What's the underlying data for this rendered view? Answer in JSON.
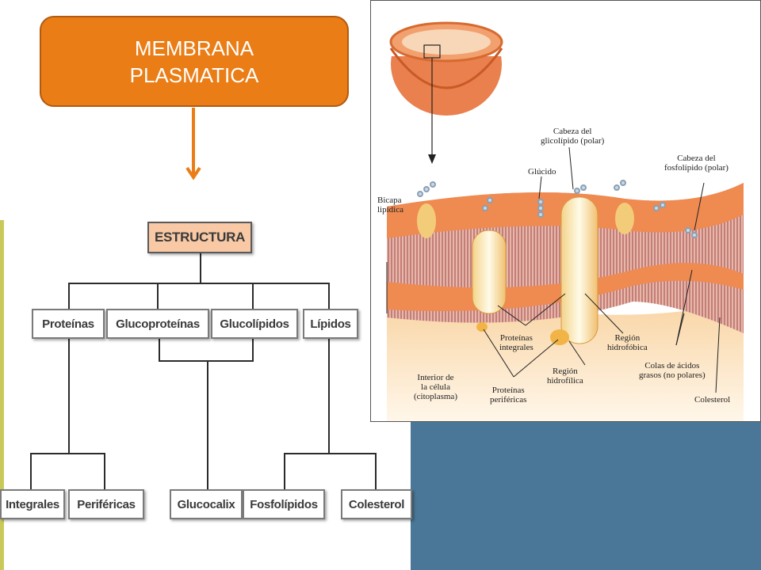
{
  "title_box": {
    "line1": "MEMBRANA",
    "line2": "PLASMATICA"
  },
  "tree": {
    "root": "ESTRUCTURA",
    "level1": [
      "Proteínas",
      "Glucoproteínas",
      "Glucolípidos",
      "Lípidos"
    ],
    "level2": [
      "Integrales",
      "Periféricas",
      "Glucocalix",
      "Fosfolípidos",
      "Colesterol"
    ]
  },
  "membrane_labels": {
    "bicapa": [
      "Bicapa",
      "lipídica"
    ],
    "glucido": "Glúcido",
    "cabeza_glicolipido": [
      "Cabeza del",
      "glicolípido (polar)"
    ],
    "cabeza_fosfolipido": [
      "Cabeza del",
      "fosfolípido (polar)"
    ],
    "proteinas_integrales": [
      "Proteínas",
      "integrales"
    ],
    "region_hidrofobica": [
      "Región",
      "hidrofóbica"
    ],
    "region_hidrofilica": [
      "Región",
      "hidrofílica"
    ],
    "proteinas_perifericas": [
      "Proteínas",
      "periféricas"
    ],
    "interior": [
      "Interior de",
      "la célula",
      "(citoplasma)"
    ],
    "colas": [
      "Colas de ácidos",
      "grasos (no polares)"
    ],
    "colesterol": "Colesterol"
  },
  "colors": {
    "accent_orange": "#ea7d16",
    "panel_blue": "#4a7797",
    "root_fill": "#f8c9a4"
  }
}
